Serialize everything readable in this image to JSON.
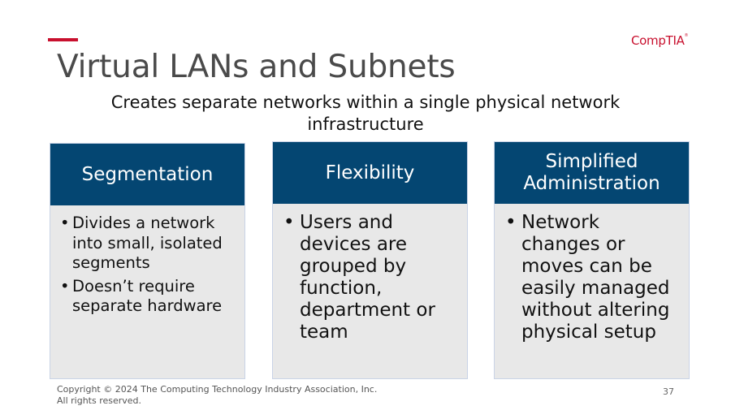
{
  "slide": {
    "title": "Virtual LANs and Subnets",
    "subtitle": "Creates separate networks within a single physical network infrastructure",
    "logo_text": "CompTIA",
    "accent_color": "#c8102e",
    "header_color": "#044672"
  },
  "cards": [
    {
      "heading": "Segmentation",
      "bullets": [
        "Divides a network into small, isolated segments",
        "Doesn’t require separate hardware"
      ]
    },
    {
      "heading": "Flexibility",
      "bullets": [
        "Users and devices are grouped by function, department or team"
      ]
    },
    {
      "heading": "Simplified Administration",
      "bullets": [
        "Network changes or moves can be easily managed without altering physical setup"
      ]
    }
  ],
  "footer": {
    "copyright": "Copyright © 2024 The Computing Technology Industry Association, Inc. All rights reserved.",
    "page_number": "37"
  }
}
